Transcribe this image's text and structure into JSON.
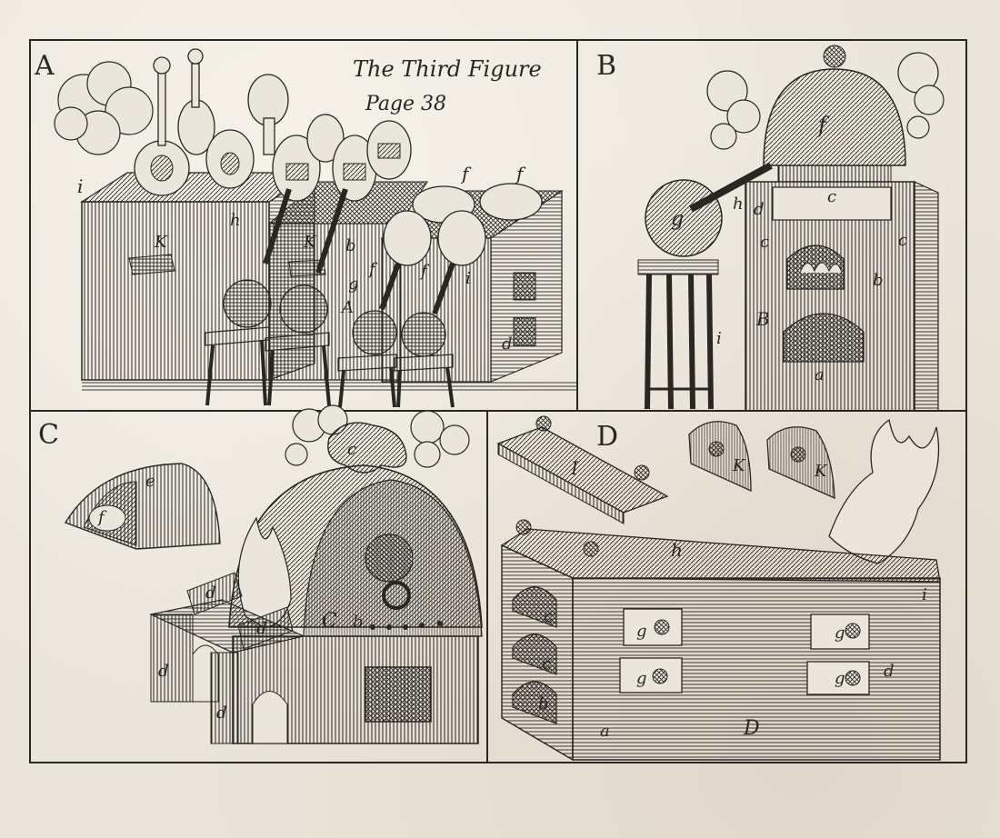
{
  "title": {
    "line1": "The Third Figure",
    "line2": "Page 38"
  },
  "panels": {
    "A": {
      "label": "A"
    },
    "B": {
      "label": "B"
    },
    "C": {
      "label": "C"
    },
    "D": {
      "label": "D"
    }
  },
  "letters": {
    "a": "a",
    "b": "b",
    "c": "c",
    "d": "d",
    "e": "e",
    "f": "f",
    "g": "g",
    "h": "h",
    "i": "i",
    "K": "K",
    "I": "I",
    "A": "A",
    "B": "B",
    "C": "C",
    "D": "D"
  },
  "colors": {
    "paper": "#ebe6dc",
    "ink": "#2a2622"
  }
}
